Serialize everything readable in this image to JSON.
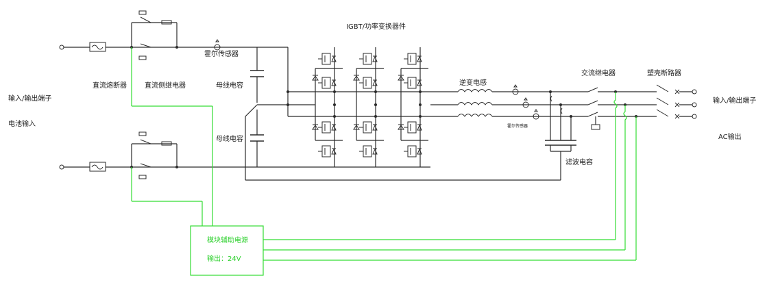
{
  "labels": {
    "igbt_title": "IGBT/功率变换器件",
    "dc_fuse": "直流熔断器",
    "dc_relay": "直流侧继电器",
    "hall_sensor_top": "霍尔传感器",
    "bus_cap_top": "母线电容",
    "bus_cap_bottom": "母线电容",
    "io_terminal_left": "输入/输出端子",
    "battery_input": "电池输入",
    "inverter_inductor": "逆变电感",
    "hall_sensor_ac": "霍尔传感器",
    "filter_cap": "滤波电容",
    "ac_relay": "交流继电器",
    "mccb": "塑壳断路器",
    "io_terminal_right": "输入/输出端子",
    "ac_output": "AC输出"
  },
  "aux_power": {
    "title": "模块辅助电源",
    "output": "输出：24V"
  },
  "colors": {
    "wire": "#2a2a2a",
    "aux_wire": "#33dd33",
    "aux_text": "#2fd12f"
  }
}
